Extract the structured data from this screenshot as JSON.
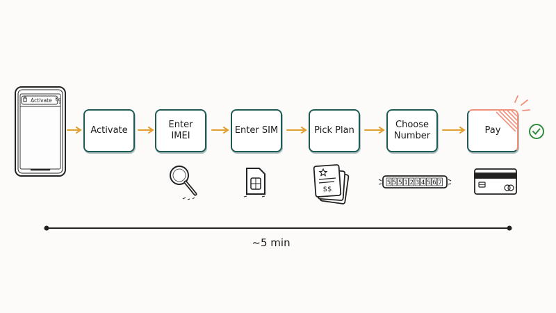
{
  "phone": {
    "url_text": "Activate",
    "reload_icon": "reload-icon",
    "menu_icon": "kebab-menu-icon"
  },
  "steps": [
    {
      "label": "Activate"
    },
    {
      "label": "Enter IMEI"
    },
    {
      "label": "Enter SIM"
    },
    {
      "label": "Pick Plan"
    },
    {
      "label": "Choose Number"
    },
    {
      "label": "Pay"
    }
  ],
  "icons": {
    "imei": "magnifier-icon",
    "sim": "sim-card-icon",
    "plan": "plan-cards-icon",
    "number": "phone-number-strip-icon",
    "pay": "credit-card-icon",
    "done": "checkmark-circle-icon"
  },
  "plan_card_text": "$$",
  "number_digits": "5551234567",
  "timeline": {
    "label": "~5 min"
  },
  "colors": {
    "box_border": "#1f5a55",
    "arrow": "#e0a030",
    "accent": "#f0907a",
    "check": "#2e8b3c",
    "ink": "#1a1a1a"
  }
}
